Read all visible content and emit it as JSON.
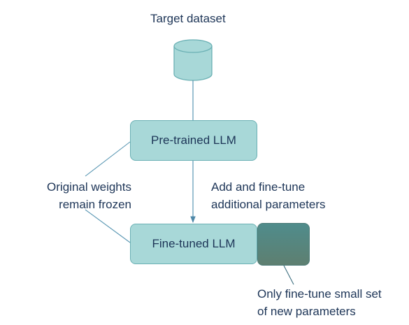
{
  "diagram": {
    "nodes": {
      "target_dataset": {
        "label": "Target dataset",
        "shape": "cylinder"
      },
      "pretrained_llm": {
        "label": "Pre-trained LLM"
      },
      "finetuned_llm": {
        "label": "Fine-tuned LLM"
      },
      "new_parameters": {
        "label": ""
      }
    },
    "annotations": {
      "frozen_line1": "Original weights",
      "frozen_line2": "remain frozen",
      "add_line1": "Add and fine-tune",
      "add_line2": "additional parameters",
      "small_line1": "Only fine-tune small set",
      "small_line2": "of new parameters"
    },
    "colors": {
      "box_fill": "#a8d8d8",
      "box_border": "#6ab0b4",
      "new_params_fill": "#55857e",
      "connector": "#5a97b3",
      "text": "#1d3557"
    }
  }
}
